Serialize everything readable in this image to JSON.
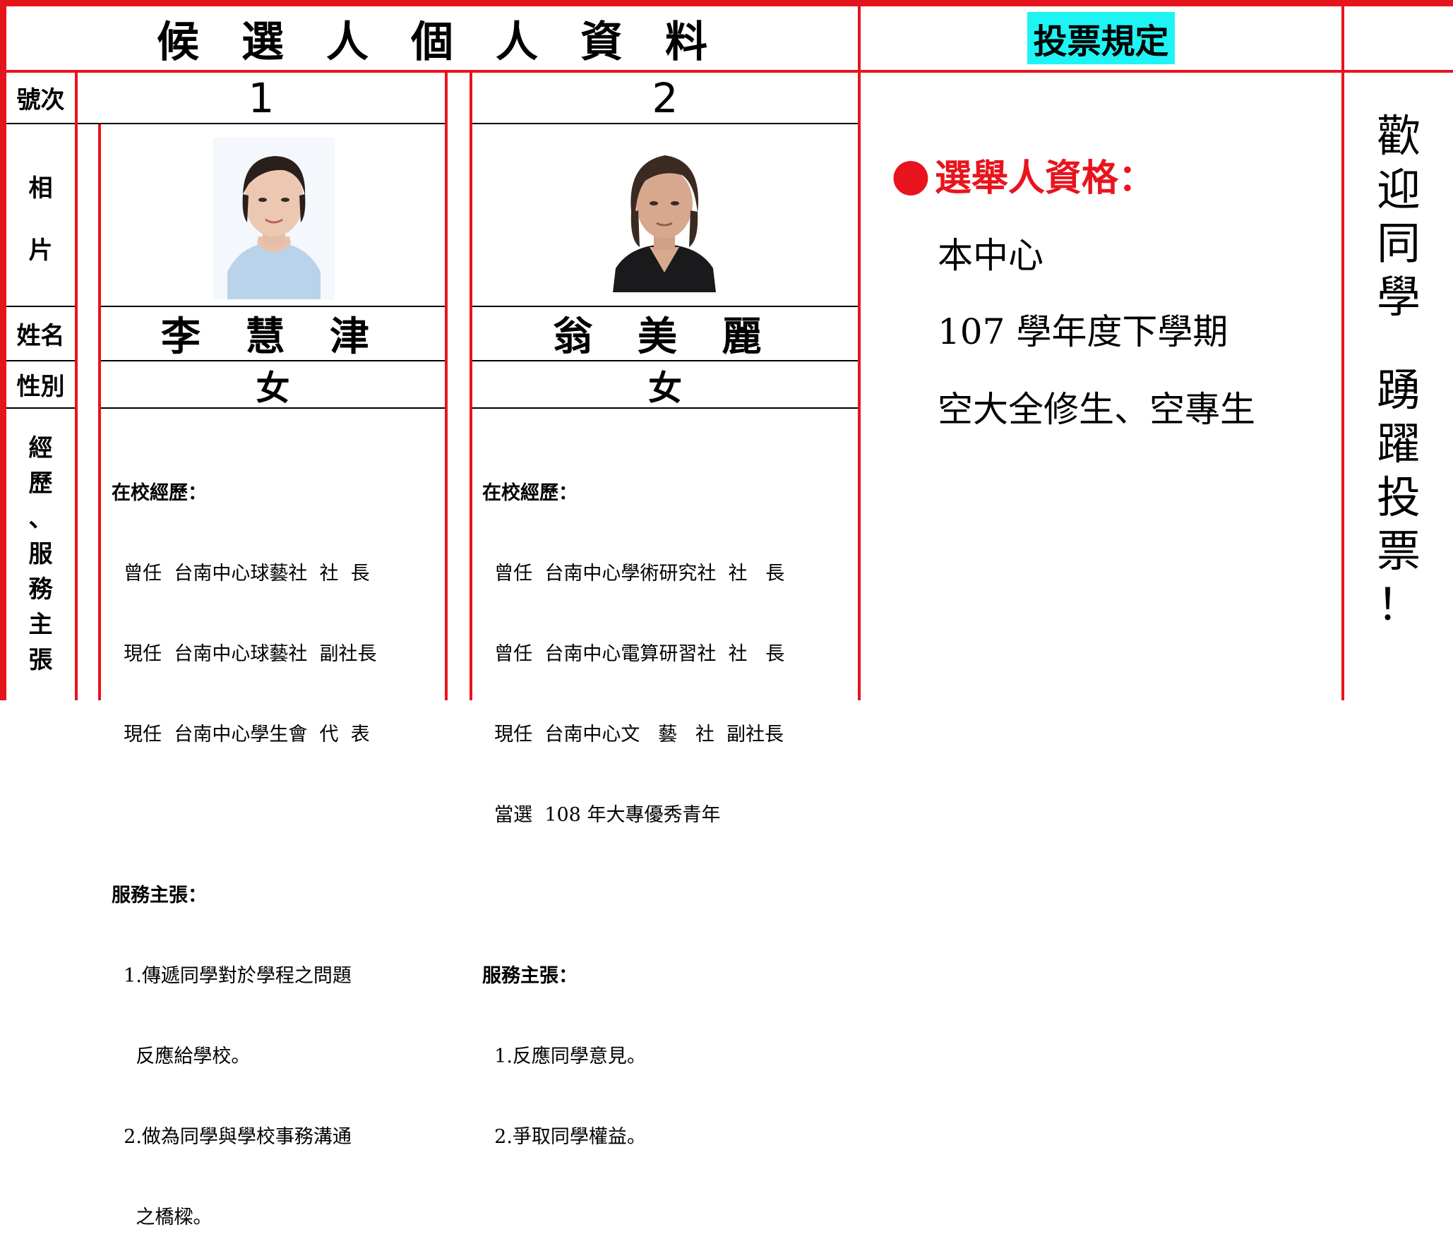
{
  "header": {
    "title_chars": [
      "候",
      "選",
      "人",
      "個",
      "人",
      "資",
      "料"
    ],
    "vote_rules_title": "投票規定"
  },
  "row_labels": {
    "number": "號次",
    "photo": [
      "相",
      "片"
    ],
    "name": "姓名",
    "gender": "性別",
    "experience": [
      "經",
      "歷",
      "、",
      "服",
      "務",
      "主",
      "張"
    ]
  },
  "candidates": [
    {
      "number": "1",
      "name": "李 慧 津",
      "gender": "女",
      "experience_heading": "在校經歷：",
      "experience": [
        "  曾任  台南中心球藝社  社  長",
        "  現任  台南中心球藝社  副社長",
        "  現任  台南中心學生會  代  表"
      ],
      "platform_heading": "服務主張：",
      "platform": [
        "  1.傳遞同學對於學程之問題",
        "    反應給學校。",
        "  2.做為同學與學校事務溝通",
        "    之橋樑。"
      ]
    },
    {
      "number": "2",
      "name": "翁 美 麗",
      "gender": "女",
      "experience_heading": "在校經歷：",
      "experience": [
        "  曾任  台南中心學術研究社  社   長",
        "  曾任  台南中心電算研習社  社   長",
        "  現任  台南中心文   藝   社  副社長",
        "  當選  108 年大專優秀青年"
      ],
      "platform_heading": "服務主張：",
      "platform": [
        "  1.反應同學意見。",
        "  2.爭取同學權益。"
      ]
    }
  ],
  "vote_rules": {
    "bullet": "●",
    "heading": "選舉人資格：",
    "lines": [
      "本中心",
      "107 學年度下學期",
      "空大全修生、空專生"
    ]
  },
  "welcome": [
    "歡",
    "迎",
    "同",
    "學",
    "",
    "踴",
    "躍",
    "投",
    "票",
    "！"
  ],
  "colors": {
    "frame_red": "#e8141d",
    "highlight_cyan": "#1ff4f4"
  },
  "icons": [
    "portrait-photo-1",
    "portrait-photo-2"
  ]
}
